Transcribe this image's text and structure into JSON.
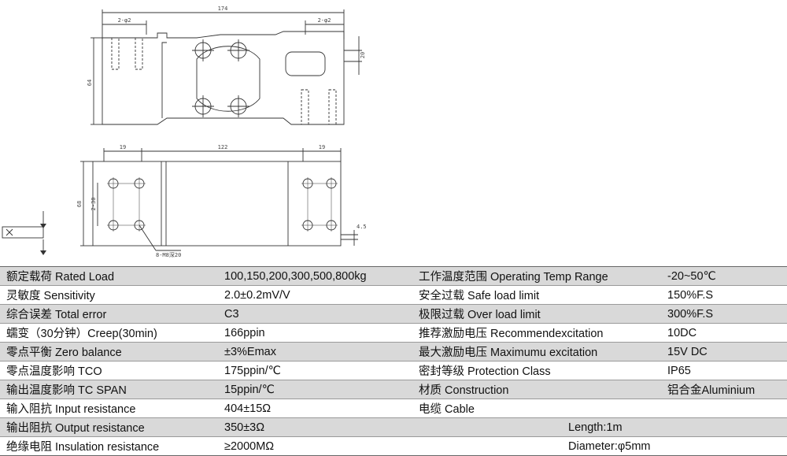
{
  "drawing": {
    "side_view": {
      "overall_length": "174",
      "hole_pitch_left": "2-φ2",
      "hole_pitch_right": "2-φ2",
      "height": "64",
      "cable_offset": "20"
    },
    "top_view": {
      "left_width": "19",
      "middle_length": "122",
      "right_width": "19",
      "overall_width": "68",
      "hole_spacing": "2-30",
      "cable_dia": "4.5",
      "thread_callout": "8-M8深20"
    }
  },
  "specs": {
    "rows": [
      {
        "label_left": "额定载荷 Rated Load",
        "value_left": "100,150,200,300,500,800kg",
        "label_right": "工作温度范围 Operating Temp Range",
        "value_right": "-20~50℃"
      },
      {
        "label_left": "灵敏度 Sensitivity",
        "value_left": "2.0±0.2mV/V",
        "label_right": "安全过载 Safe load limit",
        "value_right": "150%F.S"
      },
      {
        "label_left": "综合误差 Total error",
        "value_left": "C3",
        "label_right": "极限过载 Over load limit",
        "value_right": "300%F.S"
      },
      {
        "label_left": "蠕变（30分钟）Creep(30min)",
        "value_left": "166ppin",
        "label_right": "推荐激励电压 Recommendexcitation",
        "value_right": "10DC"
      },
      {
        "label_left": "零点平衡 Zero balance",
        "value_left": "±3%Emax",
        "label_right": "最大激励电压 Maximumu excitation",
        "value_right": "15V DC"
      },
      {
        "label_left": "零点温度影响 TCO",
        "value_left": "175ppin/℃",
        "label_right": "密封等级 Protection Class",
        "value_right": "IP65"
      },
      {
        "label_left": "输出温度影响 TC SPAN",
        "value_left": "15ppin/℃",
        "label_right": "材质 Construction",
        "value_right": "铝合金Aluminium"
      },
      {
        "label_left": "输入阻抗 Input resistance",
        "value_left": "404±15Ω",
        "label_right": "电缆 Cable",
        "value_right": ""
      },
      {
        "label_left": "输出阻抗 Output resistance",
        "value_left": "350±3Ω",
        "label_right": "",
        "value_right": "Length:1m"
      },
      {
        "label_left": "绝缘电阻 Insulation resistance",
        "value_left": "≥2000MΩ",
        "label_right": "",
        "value_right": "Diameter:φ5mm"
      }
    ]
  }
}
